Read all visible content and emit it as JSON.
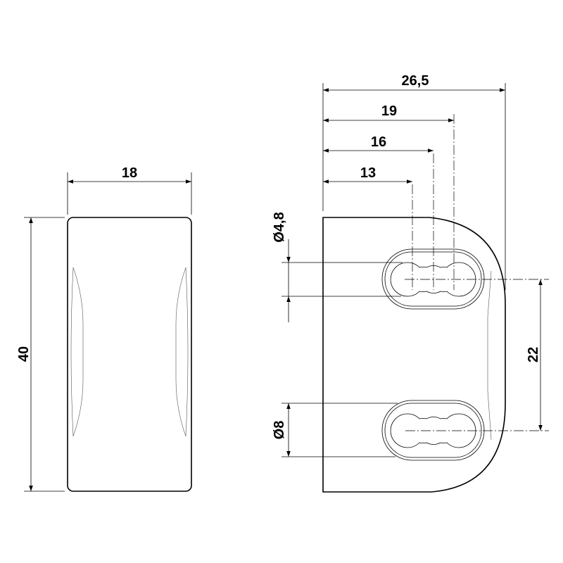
{
  "drawing": {
    "side_view": {
      "width_label": "18",
      "height_label": "40"
    },
    "front_view": {
      "overall_width_label": "26,5",
      "dim_19_label": "19",
      "dim_16_label": "16",
      "dim_13_label": "13",
      "hole_small_diameter_label": "Ø4,8",
      "hole_large_diameter_label": "Ø8",
      "hole_spacing_label": "22"
    }
  }
}
